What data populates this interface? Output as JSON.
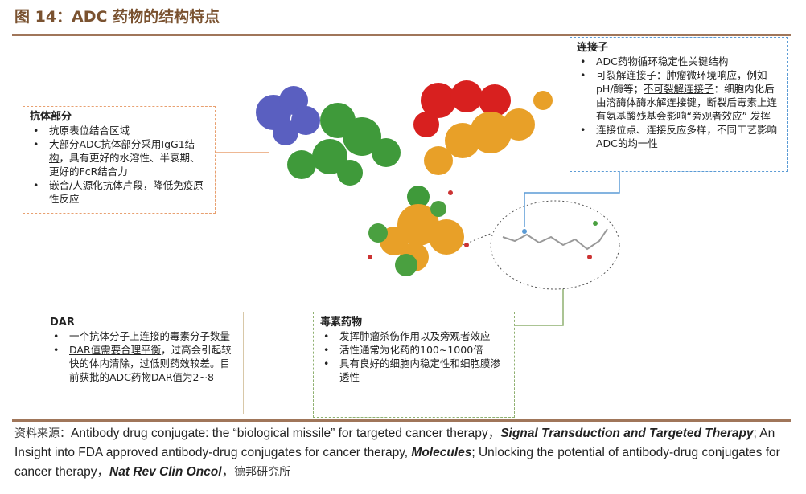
{
  "title": "图 14：ADC 药物的结构特点",
  "antibody": {
    "heading": "抗体部分",
    "items": [
      "抗原表位结合区域",
      "大部分ADC抗体部分采用IgG1结构",
      "，具有更好的水溶性、半衰期、更好的FcR结合力",
      "嵌合/人源化抗体片段，降低免疫原性反应"
    ]
  },
  "linker": {
    "heading": "连接子",
    "items": [
      "ADC药物循环稳定性关键结构",
      "可裂解连接子",
      "：肿瘤微环境响应，例如pH/酶等；",
      "不可裂解连接子",
      "：细胞内化后由溶酶体酶水解连接键，断裂后毒素上连有氨基酸残基会影响“旁观者效应” 发挥",
      "连接位点、连接反应多样，不同工艺影响ADC的均一性"
    ]
  },
  "dar": {
    "heading": "DAR",
    "items": [
      "一个抗体分子上连接的毒素分子数量",
      "DAR值需要合理平衡",
      "，过高会引起较快的体内清除，过低则药效较差。目前获批的ADC药物DAR值为2~8"
    ]
  },
  "toxin": {
    "heading": "毒素药物",
    "items": [
      "发挥肿瘤杀伤作用以及旁观者效应",
      "活性通常为化药的100~1000倍",
      "具有良好的细胞内稳定性和细胞膜渗透性"
    ]
  },
  "source": {
    "label": "资料来源：",
    "t1": "Antibody drug conjugate: the “biological missile” for targeted cancer therapy，",
    "j1": "Signal Transduction and Targeted Therapy",
    "t2": "; An Insight into FDA approved antibody-drug conjugates for cancer therapy, ",
    "j2": "Molecules",
    "t3": "; Unlocking the potential of antibody-drug conjugates for cancer therapy，",
    "j3": "Nat Rev Clin Oncol",
    "t4": "，",
    "org": "德邦研究所"
  },
  "colors": {
    "accent": "#a0765a",
    "antibody_border": "#e8a070",
    "linker_border": "#5b9bd5",
    "toxin_border": "#8fb070",
    "dar_border": "#d8c8a8"
  }
}
